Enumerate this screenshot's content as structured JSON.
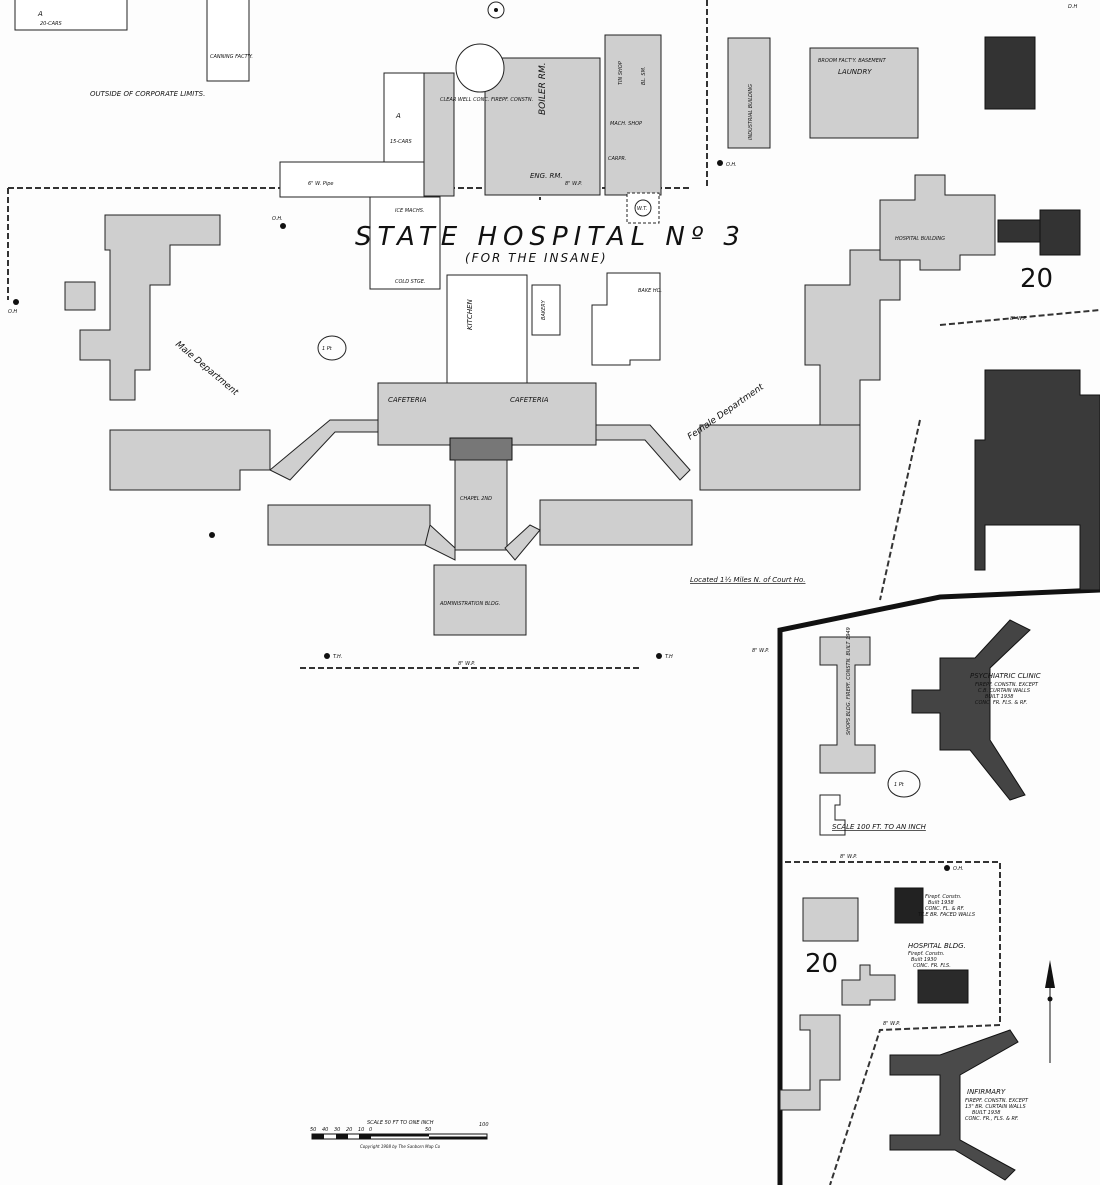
{
  "title": {
    "main": "STATE HOSPITAL Nº 3",
    "sub": "(FOR THE INSANE)"
  },
  "notes": {
    "outside_limits": "OUTSIDE OF CORPORATE LIMITS.",
    "located": "Located 1½ Miles N. of Court Ho.",
    "male_dept": "Male Department",
    "female_dept": "Female Department",
    "pt1": "1 Pt",
    "pt2": "1 Pt",
    "sheet_num_1": "20",
    "sheet_num_2": "20"
  },
  "buildings": {
    "cars20": {
      "a": "A",
      "label": "20-CARS"
    },
    "canning": "CANNING FACT'Y.",
    "cars15": {
      "a": "A",
      "label": "15-CARS"
    },
    "clear_well": "CLEAR WELL CONC. FIREPF. CONSTN.",
    "boiler": "BOILER RM.",
    "eng": "ENG. RM.",
    "tin_shop": "TIN SHOP",
    "bl_sm": "BL. SM.",
    "mach_shop": "MACH. SHOP",
    "carpr": "CARPR.",
    "industrial": "INDUSTRIAL BUILDING",
    "broom": "BROOM FACT'Y. BASEMENT",
    "laundry": "LAUNDRY",
    "ice": "ICE MACHS.",
    "cold": "COLD STGE.",
    "kitchen": "KITCHEN",
    "bakery": "BAKERY",
    "bake_ho": "BAKE HO.",
    "wt": "W.T.",
    "cafeteria_l": "CAFETERIA",
    "cafeteria_r": "CAFETERIA",
    "chapel": "CHAPEL 2ND",
    "admin": "ADMINISTRATION BLDG.",
    "hospital": "HOSPITAL BUILDING",
    "shops": "SHOPS BLDG. FIREPF. CONSTN. BUILT 1949",
    "psych": "PSYCHIATRIC CLINIC",
    "psych_note": [
      "FIREPF. CONSTN. EXCEPT",
      "C.B. CURTAIN WALLS",
      "BUILT 1938",
      "CONC. FR. FLS. & RF."
    ],
    "firepf": [
      "Firepf. Constn.",
      "Built 1938",
      "CONC. FL. & RF.",
      "TILE BR. FACED WALLS"
    ],
    "hosp_bldg": "HOSPITAL BLDG.",
    "hosp_note": [
      "Firepf. Constn.",
      "Built 1930",
      "CONC. FR. FLS."
    ],
    "infirmary": "INFIRMARY",
    "inf_note": [
      "FIREPF. CONSTN. EXCEPT",
      "13\" BR. CURTAIN WALLS",
      "BUILT 1938",
      "CONC. FR., FLS. & RF."
    ]
  },
  "pipes": {
    "p6": "6\" W. Pipe",
    "p8a": "8\" W.P.",
    "p8b": "8\" W.P.",
    "p8c": "8\" W.P.",
    "p8d": "8\" W.P.",
    "p8e": "8\" W.P.",
    "p8f": "8\" W.P."
  },
  "hydrants": {
    "oh1": "O.H.",
    "oh2": "O.H.",
    "oh3": "O.H",
    "oh4": "O.H.",
    "th1": "T.H.",
    "th2": "T.H",
    "dh": "D.H"
  },
  "scale": {
    "upper": "SCALE 100 FT. TO AN INCH",
    "lower": "SCALE 50 FT TO ONE INCH",
    "ticks": [
      "50",
      "40",
      "30",
      "20",
      "10",
      "0",
      "50",
      "100"
    ],
    "copyright": "Copyright 1908 by The Sanborn Map Co"
  }
}
